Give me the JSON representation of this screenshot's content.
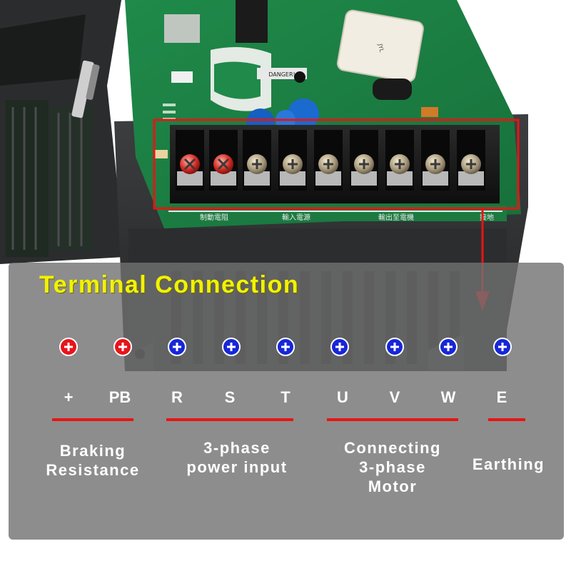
{
  "title": "Terminal Connection",
  "colors": {
    "title": "#f2f200",
    "highlight": "#e81414",
    "panel": "#707070",
    "positive_dot": "#e8141b",
    "standard_dot": "#1726d8"
  },
  "terminals": [
    {
      "label": "+",
      "color": "red"
    },
    {
      "label": "PB",
      "color": "red"
    },
    {
      "label": "R",
      "color": "blue"
    },
    {
      "label": "S",
      "color": "blue"
    },
    {
      "label": "T",
      "color": "blue"
    },
    {
      "label": "U",
      "color": "blue"
    },
    {
      "label": "V",
      "color": "blue"
    },
    {
      "label": "W",
      "color": "blue"
    },
    {
      "label": "E",
      "color": "blue"
    }
  ],
  "groups": {
    "braking": {
      "line1": "Braking",
      "line2": "Resistance"
    },
    "power": {
      "line1": "3-phase",
      "line2": "power input"
    },
    "motor": {
      "line1": "Connecting",
      "line2": "3-phase",
      "line3": "Motor"
    },
    "earth": {
      "line1": "Earthing"
    }
  },
  "board": {
    "danger_label": "DANGER!",
    "block_captions": [
      "制動電阻",
      "輸入電源",
      "輸出至電機",
      "接地"
    ]
  }
}
